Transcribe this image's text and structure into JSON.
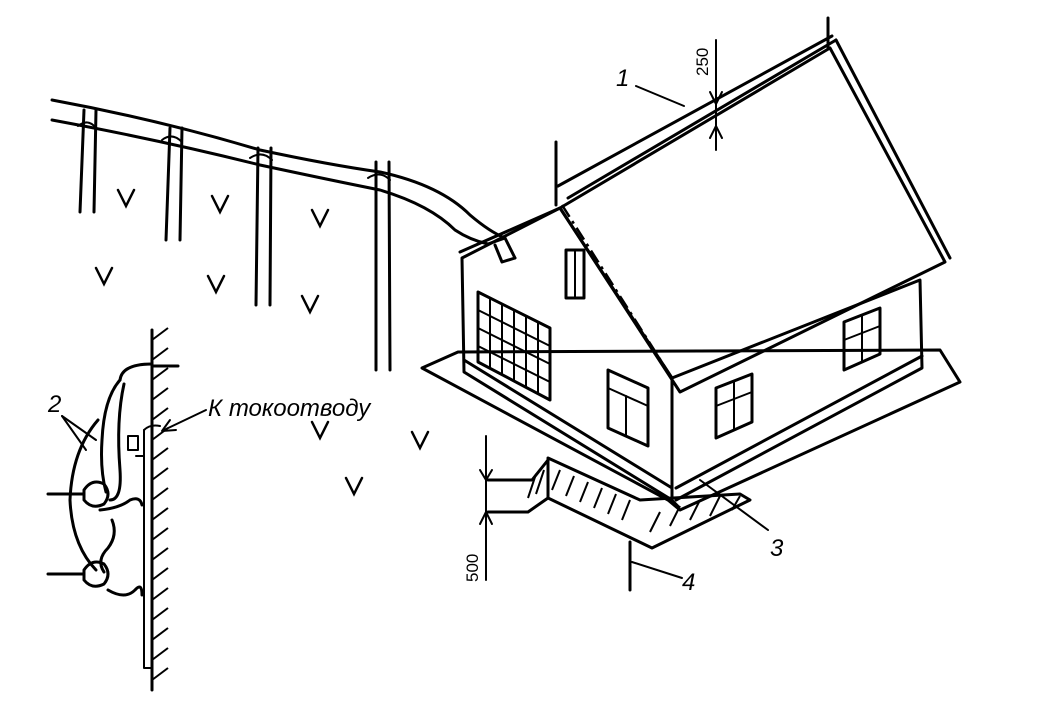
{
  "labels": {
    "callout_1": "1",
    "callout_2": "2",
    "callout_3": "3",
    "callout_4": "4",
    "to_down_conductor": "К токоотводу"
  },
  "dimensions": {
    "height_above_ridge": "250",
    "electrode_depth": "500"
  }
}
